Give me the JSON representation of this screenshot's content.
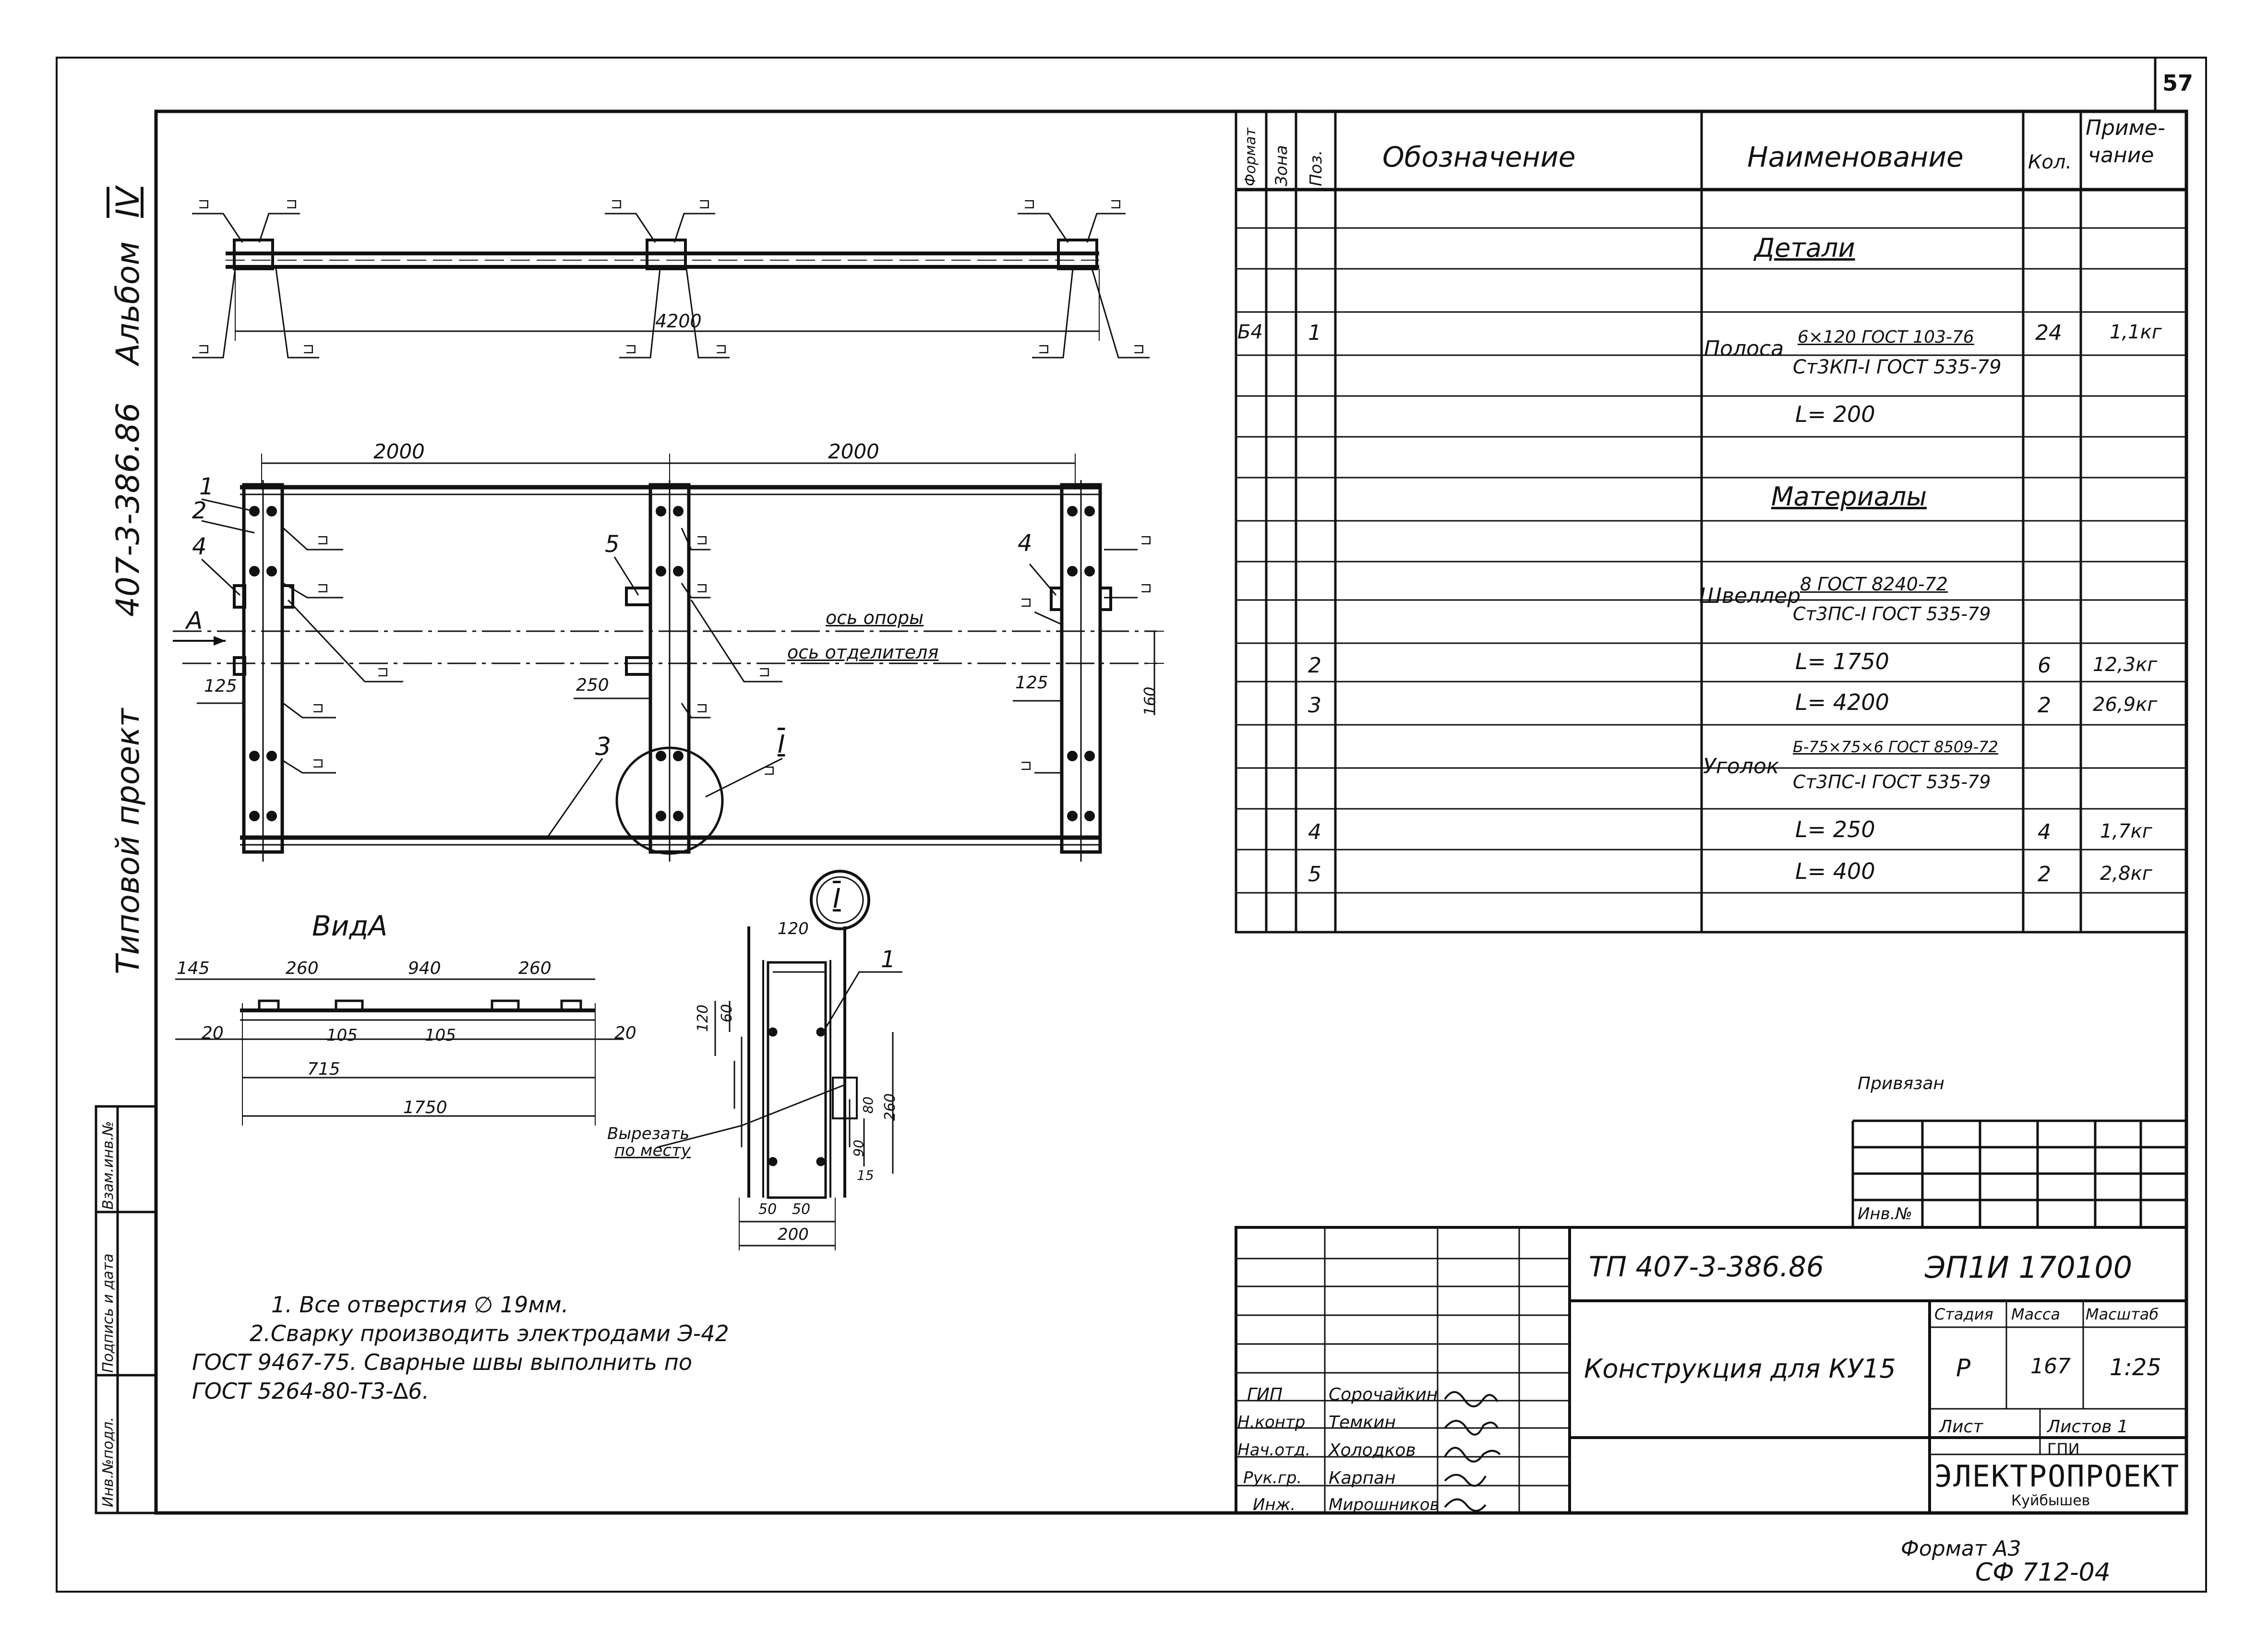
{
  "sheet_number": "57",
  "side_title": {
    "album": "Альбом",
    "album_roman": "IV",
    "project_code": "407-3-386.86",
    "project_type": "Типовой проект"
  },
  "left_stamp": {
    "inv_original": "Инв.№подл.",
    "sign_date": "Подпись и дата",
    "replace_inv": "Взам.инв.№"
  },
  "table_headers": {
    "format": "Формат",
    "zone": "Зона",
    "pos": "Поз.",
    "designation": "Обозначение",
    "name": "Наименование",
    "qty": "Кол.",
    "note_line1": "Приме-",
    "note_line2": "чание"
  },
  "table": {
    "section_details": "Детали",
    "row1": {
      "format": "Б4",
      "pos": "1",
      "name_a": "Полоса",
      "name_b": "6×120 ГОСТ 103-76",
      "name_c": "Ст3КП-I ГОСТ 535-79",
      "qty": "24",
      "note": "1,1кг"
    },
    "row1_len": "L= 200",
    "section_materials": "Материалы",
    "shveller_a": "Швеллер",
    "shveller_b": "8 ГОСТ 8240-72",
    "shveller_c": "Ст3ПС-I ГОСТ 535-79",
    "row2": {
      "pos": "2",
      "len": "L= 1750",
      "qty": "6",
      "note": "12,3кг"
    },
    "row3": {
      "pos": "3",
      "len": "L= 4200",
      "qty": "2",
      "note": "26,9кг"
    },
    "ugolok_a": "Уголок",
    "ugolok_b": "Б-75×75×6 ГОСТ 8509-72",
    "ugolok_c": "Ст3ПС-I ГОСТ 535-79",
    "row4": {
      "pos": "4",
      "len": "L= 250",
      "qty": "4",
      "note": "1,7кг"
    },
    "row5": {
      "pos": "5",
      "len": "L= 400",
      "qty": "2",
      "note": "2,8кг"
    }
  },
  "binding": {
    "privyazan": "Привязан",
    "inv": "Инв.№"
  },
  "title_block": {
    "doc_code": "ТП 407-3-386.86",
    "doc_number": "ЭП1И 170100",
    "title": "Конструкция для КУ15",
    "stage_h": "Стадия",
    "mass_h": "Масса",
    "scale_h": "Масштаб",
    "stage": "Р",
    "mass": "167",
    "scale": "1:25",
    "sheet": "Лист",
    "sheets": "Листов 1",
    "org_line1": "ГПИ",
    "org_line2": "ЭЛЕКТРОПРОЕКТ",
    "org_line3": "Куйбышев",
    "roles": [
      {
        "role": "ГИП",
        "name": "Сорочайкин"
      },
      {
        "role": "Н.контр",
        "name": "Темкин"
      },
      {
        "role": "Нач.отд.",
        "name": "Холодков"
      },
      {
        "role": "Рук.гр.",
        "name": "Карпан"
      },
      {
        "role": "Инж.",
        "name": "Мирошников"
      }
    ]
  },
  "format_note": {
    "line1": "Формат А3",
    "line2": "СФ 712-04"
  },
  "notes": {
    "n1": "1. Все отверстия ∅ 19мм.",
    "n2a": "2.Сварку производить электродами Э-42",
    "n2b": "ГОСТ 9467-75. Сварные швы выполнить по",
    "n2c": "ГОСТ 5264-80-Т3-∆6."
  },
  "drawing": {
    "dim_4200": "4200",
    "dim_2000a": "2000",
    "dim_2000b": "2000",
    "axis_support": "ось опоры",
    "axis_separator": "ось отделителя",
    "view_arrow": "A",
    "dim_125_left": "125",
    "dim_250": "250",
    "dim_125_right": "125",
    "dim_160": "160",
    "callout_1": "1",
    "callout_2": "2",
    "callout_3": "3",
    "callout_4_left": "4",
    "callout_4_right": "4",
    "callout_5": "5",
    "detail_mark": "I",
    "detail_title": "I",
    "view_title": "ВидА",
    "v_145": "145",
    "v_260a": "260",
    "v_940": "940",
    "v_260b": "260",
    "v_20a": "20",
    "v_105a": "105",
    "v_105b": "105",
    "v_20b": "20",
    "v_715": "715",
    "v_1750": "1750",
    "d_120": "120",
    "d_120v": "120",
    "d_60": "60",
    "d_80": "80",
    "d_90": "90",
    "d_260": "260",
    "d_15": "15",
    "d_50a": "50",
    "d_50b": "50",
    "d_200": "200",
    "d_callout_1": "1",
    "cut_note_a": "Вырезать",
    "cut_note_b": "по месту"
  }
}
